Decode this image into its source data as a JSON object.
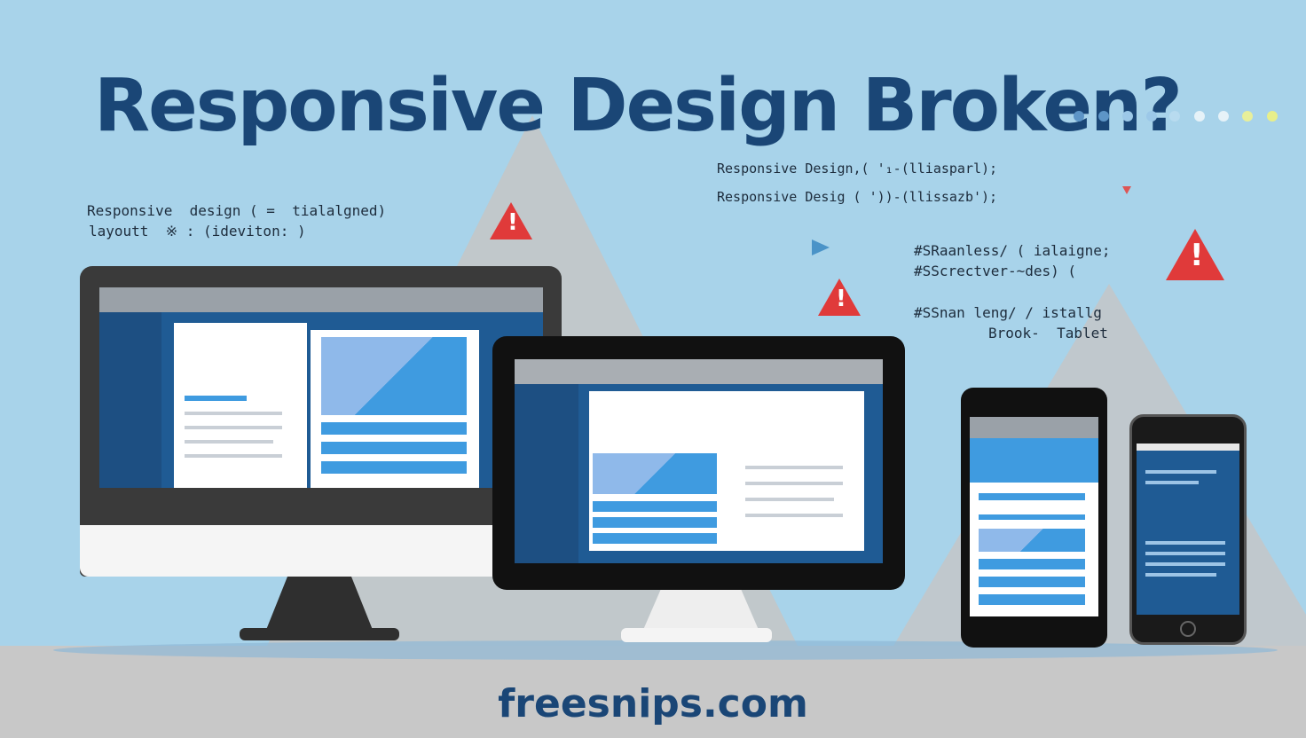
{
  "title": "Responsive Design Broken?",
  "footer": "freesnips.com",
  "code_left": [
    "Responsive  design ( =  tialalgned)",
    "layoutt  ※ : (ideviton: )"
  ],
  "code_right_top": [
    "Responsive Design,( '₁-(lliasparl);",
    "Responsive Desig ( '))-(llissazb');"
  ],
  "code_right_mid": [
    "#SRaanless/ ( ialaigne;",
    "#SScrectver-~des) ("
  ],
  "code_right_bottom": [
    "#SSnan leng/ / istallg",
    "Brook-  Tablet"
  ],
  "colors": {
    "background": "#a8d3ea",
    "title": "#1a4676",
    "warning": "#e03a3a",
    "accent": "#3f9be0",
    "device": "#1e1e1e"
  },
  "icons": [
    "warning-icon",
    "monitor",
    "tablet-monitor",
    "phone"
  ]
}
